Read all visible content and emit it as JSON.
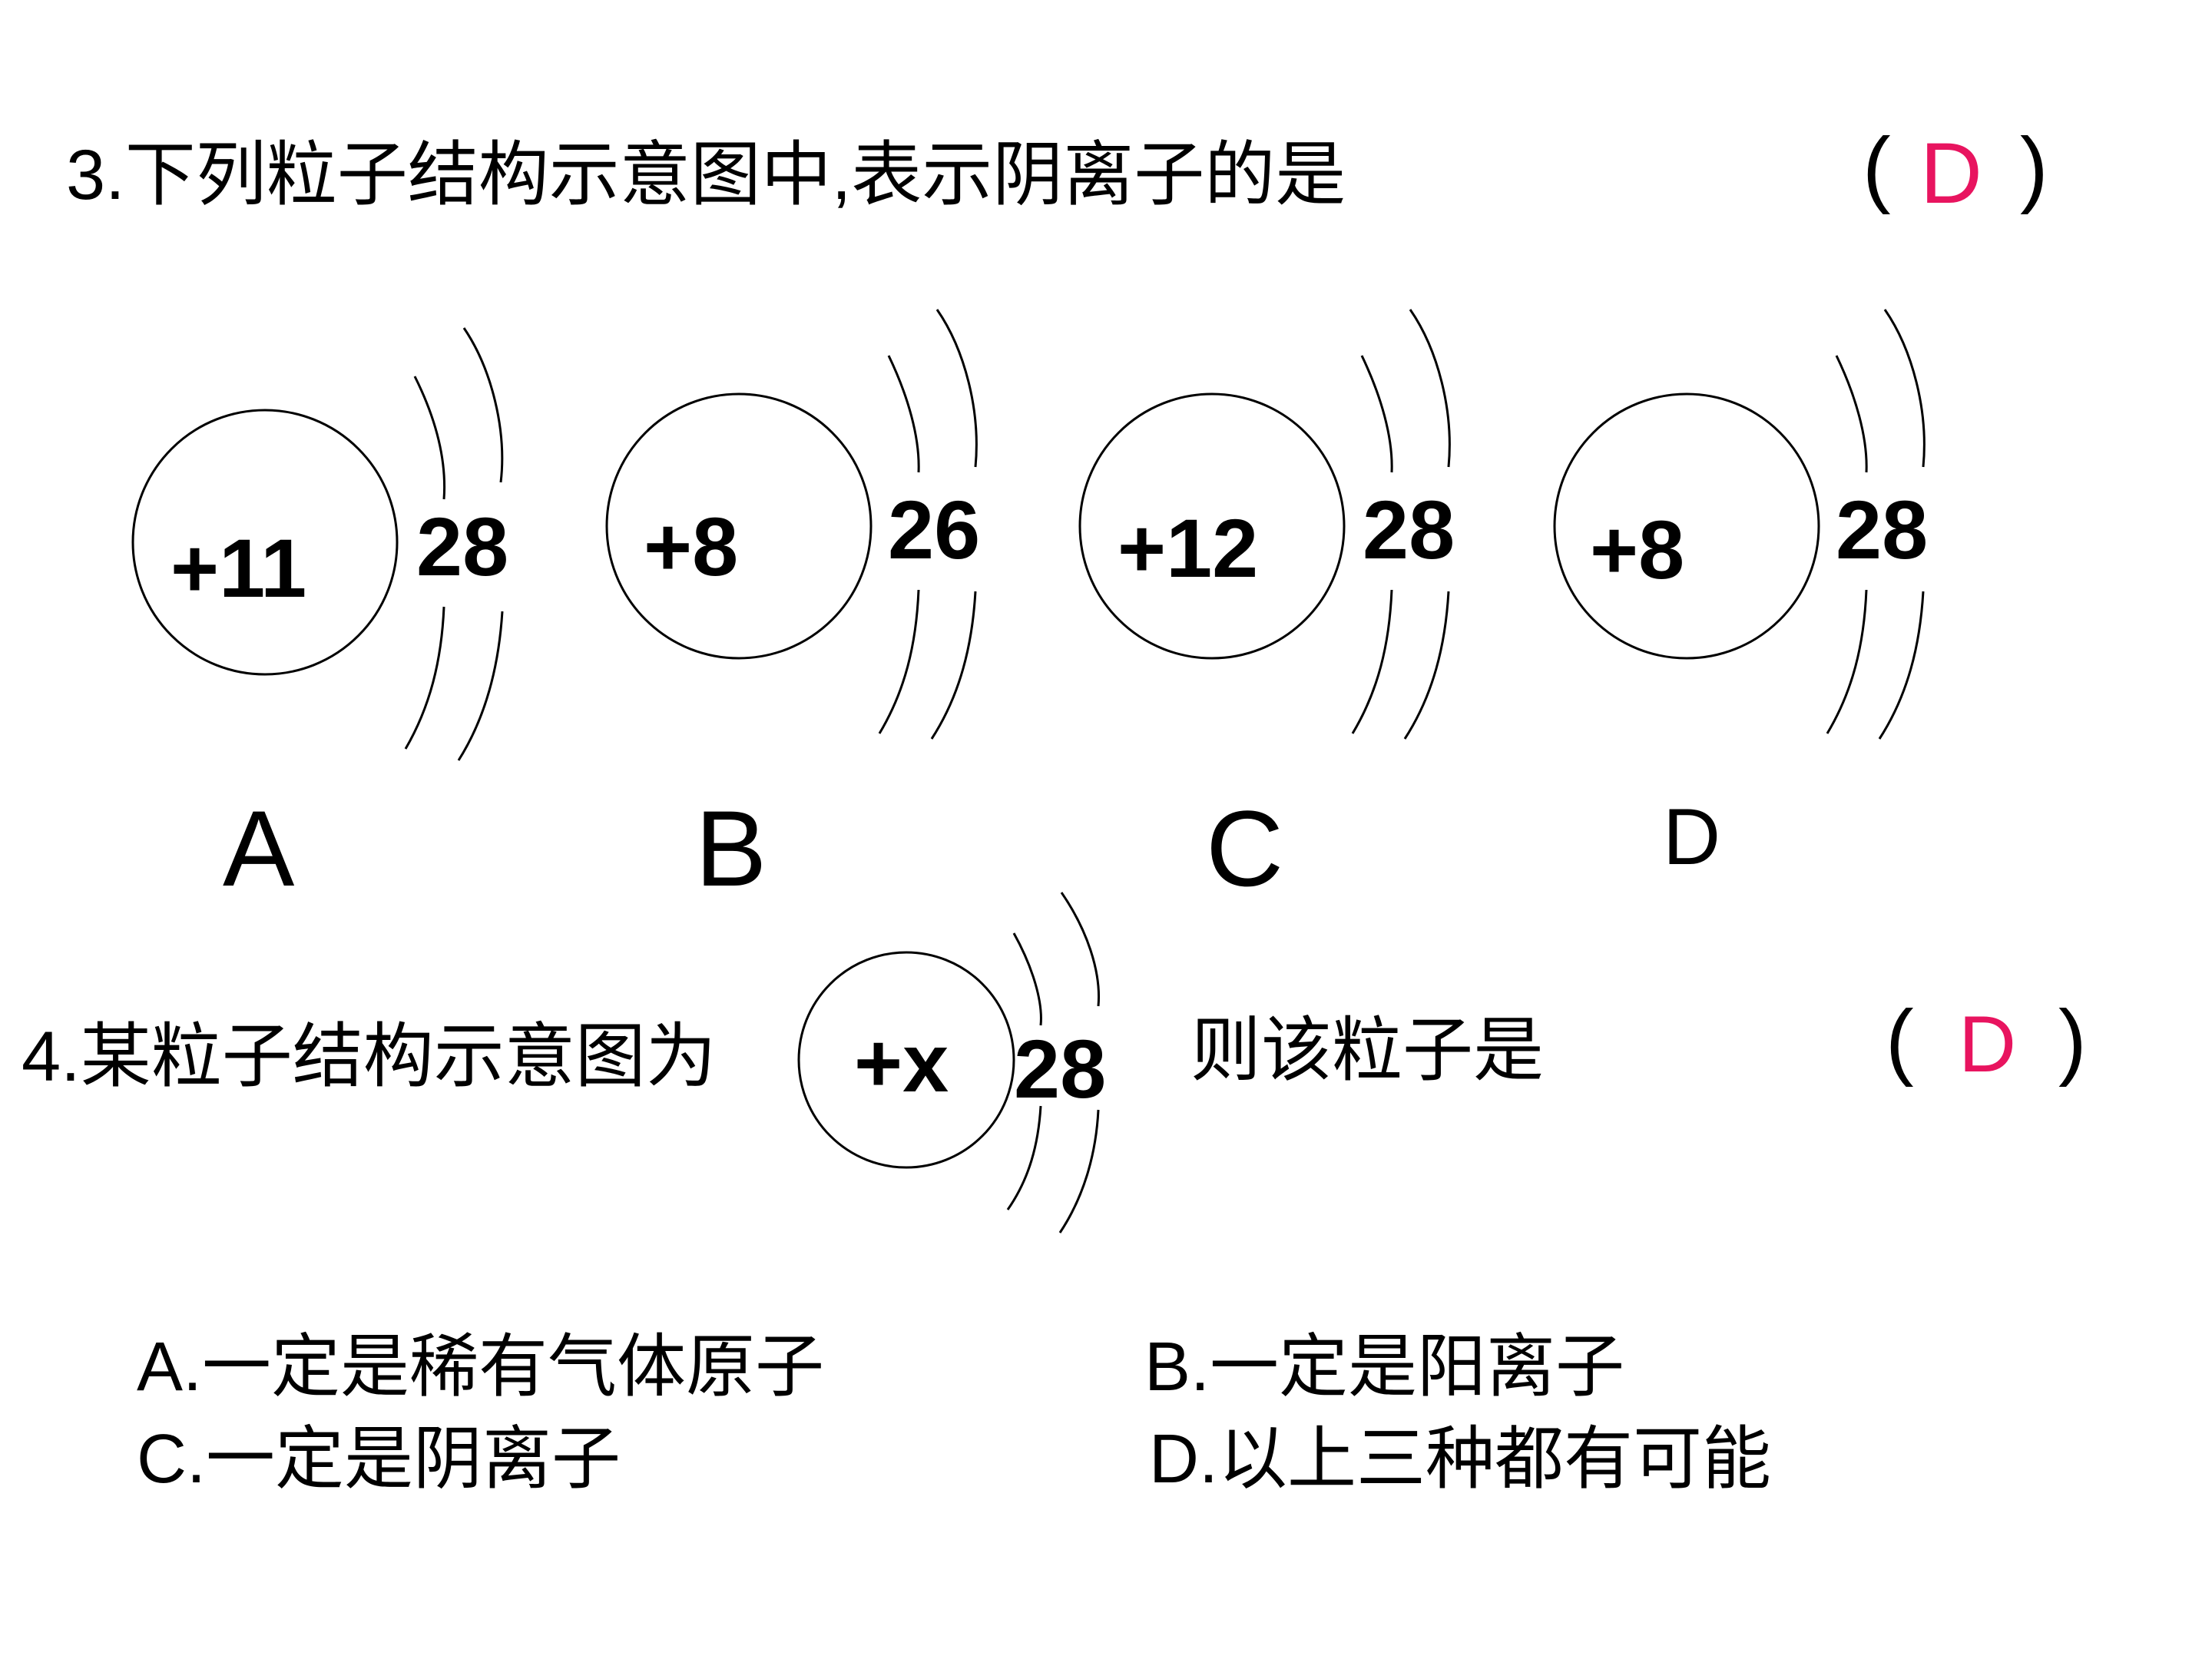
{
  "q3": {
    "text": "3.下列粒子结构示意图中,表示阴离子的是",
    "paren_open": "(",
    "answer": "D",
    "paren_close": ")",
    "diagrams": [
      {
        "nucleus": "+11",
        "electrons": "28",
        "label": "A"
      },
      {
        "nucleus": "+8",
        "electrons": "26",
        "label": "B"
      },
      {
        "nucleus": "+12",
        "electrons": "28",
        "label": "C"
      },
      {
        "nucleus": "+8",
        "electrons": "28",
        "label": "D"
      }
    ]
  },
  "q4": {
    "text_before": "4.某粒子结构示意图为",
    "nucleus": "+x",
    "electrons": "28",
    "text_after": "则该粒子是",
    "paren_open": "(",
    "answer": "D",
    "paren_close": ")",
    "options": [
      "A.一定是稀有气体原子",
      "B.一定是阳离子",
      "C.一定是阴离子",
      "D.以上三种都有可能"
    ]
  },
  "colors": {
    "answer": "#e8145f",
    "text": "#000000",
    "background": "#ffffff"
  }
}
